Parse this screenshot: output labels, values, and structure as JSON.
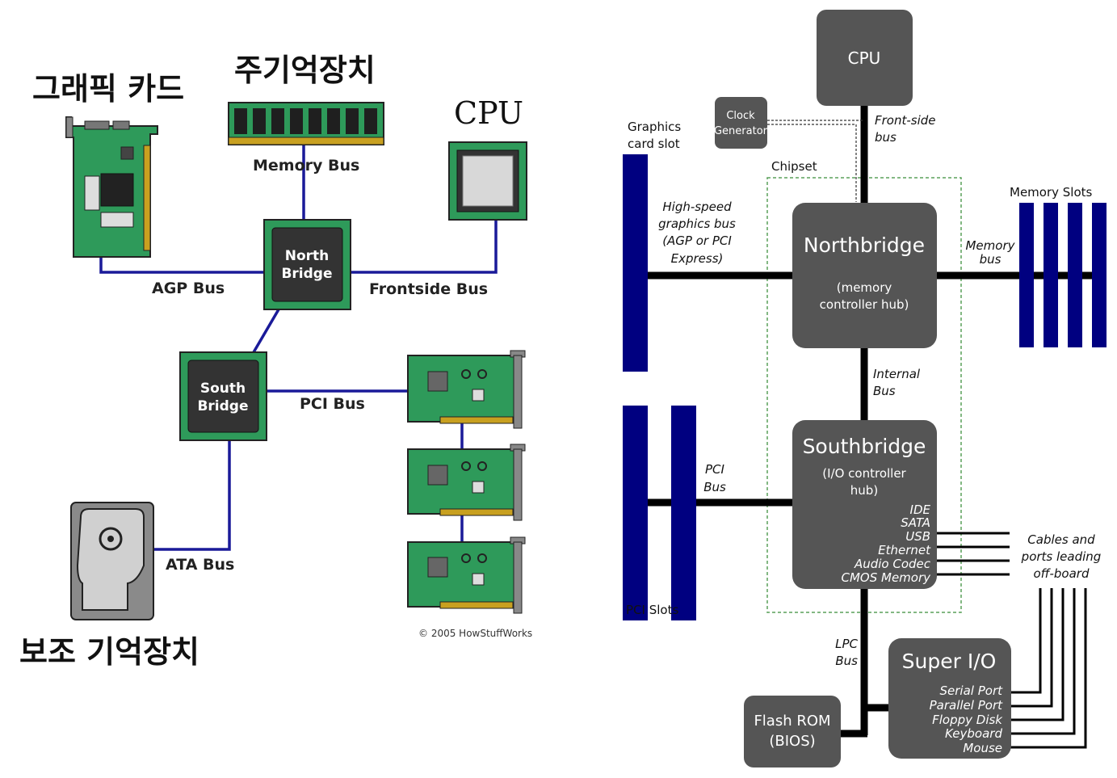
{
  "left": {
    "graphics_card_label": "그래픽 카드",
    "main_memory_label": "주기억장치",
    "cpu_label": "CPU",
    "secondary_storage_label": "보조 기억장치",
    "memory_bus": "Memory Bus",
    "agp_bus": "AGP Bus",
    "frontside_bus": "Frontside Bus",
    "pci_bus": "PCI Bus",
    "ata_bus": "ATA Bus",
    "north_bridge": [
      "North",
      "Bridge"
    ],
    "south_bridge": [
      "South",
      "Bridge"
    ],
    "copyright": "© 2005 HowStuffWorks",
    "colors": {
      "board": "#2e9a5a",
      "bus": "#1a1a99",
      "chip": "#333333"
    }
  },
  "right": {
    "cpu": "CPU",
    "clock_generator": [
      "Clock",
      "Generator"
    ],
    "front_side_bus": [
      "Front-side",
      "bus"
    ],
    "graphics_card_slot": [
      "Graphics",
      "card slot"
    ],
    "chipset": "Chipset",
    "high_speed_bus": [
      "High-speed",
      "graphics bus",
      "(AGP or PCI",
      "Express)"
    ],
    "memory_slots": "Memory Slots",
    "memory_bus": [
      "Memory",
      "bus"
    ],
    "northbridge": "Northbridge",
    "northbridge_sub": [
      "(memory",
      "controller hub)"
    ],
    "internal_bus": [
      "Internal",
      "Bus"
    ],
    "southbridge": "Southbridge",
    "southbridge_sub": [
      "(I/O controller",
      "hub)"
    ],
    "southbridge_ports": [
      "IDE",
      "SATA",
      "USB",
      "Ethernet",
      "Audio Codec",
      "CMOS Memory"
    ],
    "pci_bus": [
      "PCI",
      "Bus"
    ],
    "pci_slots": "PCI Slots",
    "cables_label": [
      "Cables and",
      "ports leading",
      "off-board"
    ],
    "lpc_bus": [
      "LPC",
      "Bus"
    ],
    "super_io": "Super I/O",
    "super_io_ports": [
      "Serial Port",
      "Parallel Port",
      "Floppy Disk",
      "Keyboard",
      "Mouse"
    ],
    "flash_rom": [
      "Flash ROM",
      "(BIOS)"
    ],
    "colors": {
      "box": "#555555",
      "slot": "#000080",
      "chipset_border": "#5aa05a"
    }
  }
}
